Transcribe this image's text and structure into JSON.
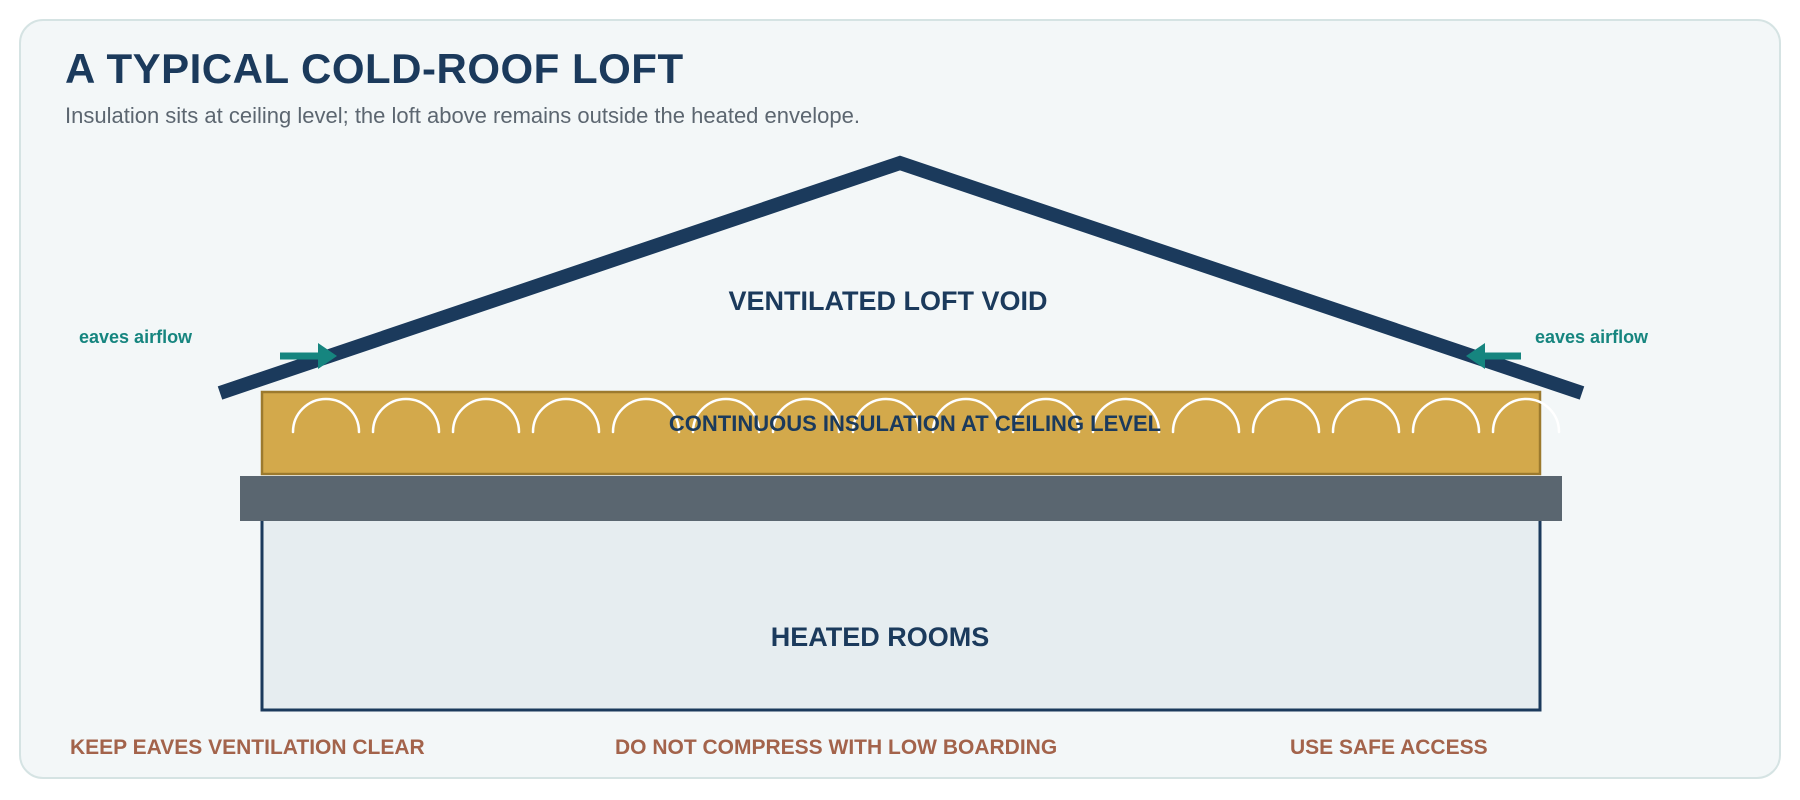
{
  "header": {
    "title": "A TYPICAL COLD-ROOF LOFT",
    "subtitle": "Insulation sits at ceiling level; the loft above remains outside the heated envelope."
  },
  "diagram": {
    "loft_label": "VENTILATED LOFT VOID",
    "insulation_label": "CONTINUOUS INSULATION AT CEILING LEVEL",
    "rooms_label": "HEATED ROOMS",
    "airflow_left": "eaves airflow",
    "airflow_right": "eaves airflow",
    "colors": {
      "roof": "#1b3a5c",
      "insulation": "#d3a94b",
      "ceiling": "#5a6670",
      "rooms_fill": "#e6edf0",
      "airflow": "#16857f",
      "tips": "#a3634b"
    }
  },
  "tips": [
    "KEEP EAVES VENTILATION CLEAR",
    "DO NOT COMPRESS WITH LOW BOARDING",
    "USE SAFE ACCESS"
  ]
}
